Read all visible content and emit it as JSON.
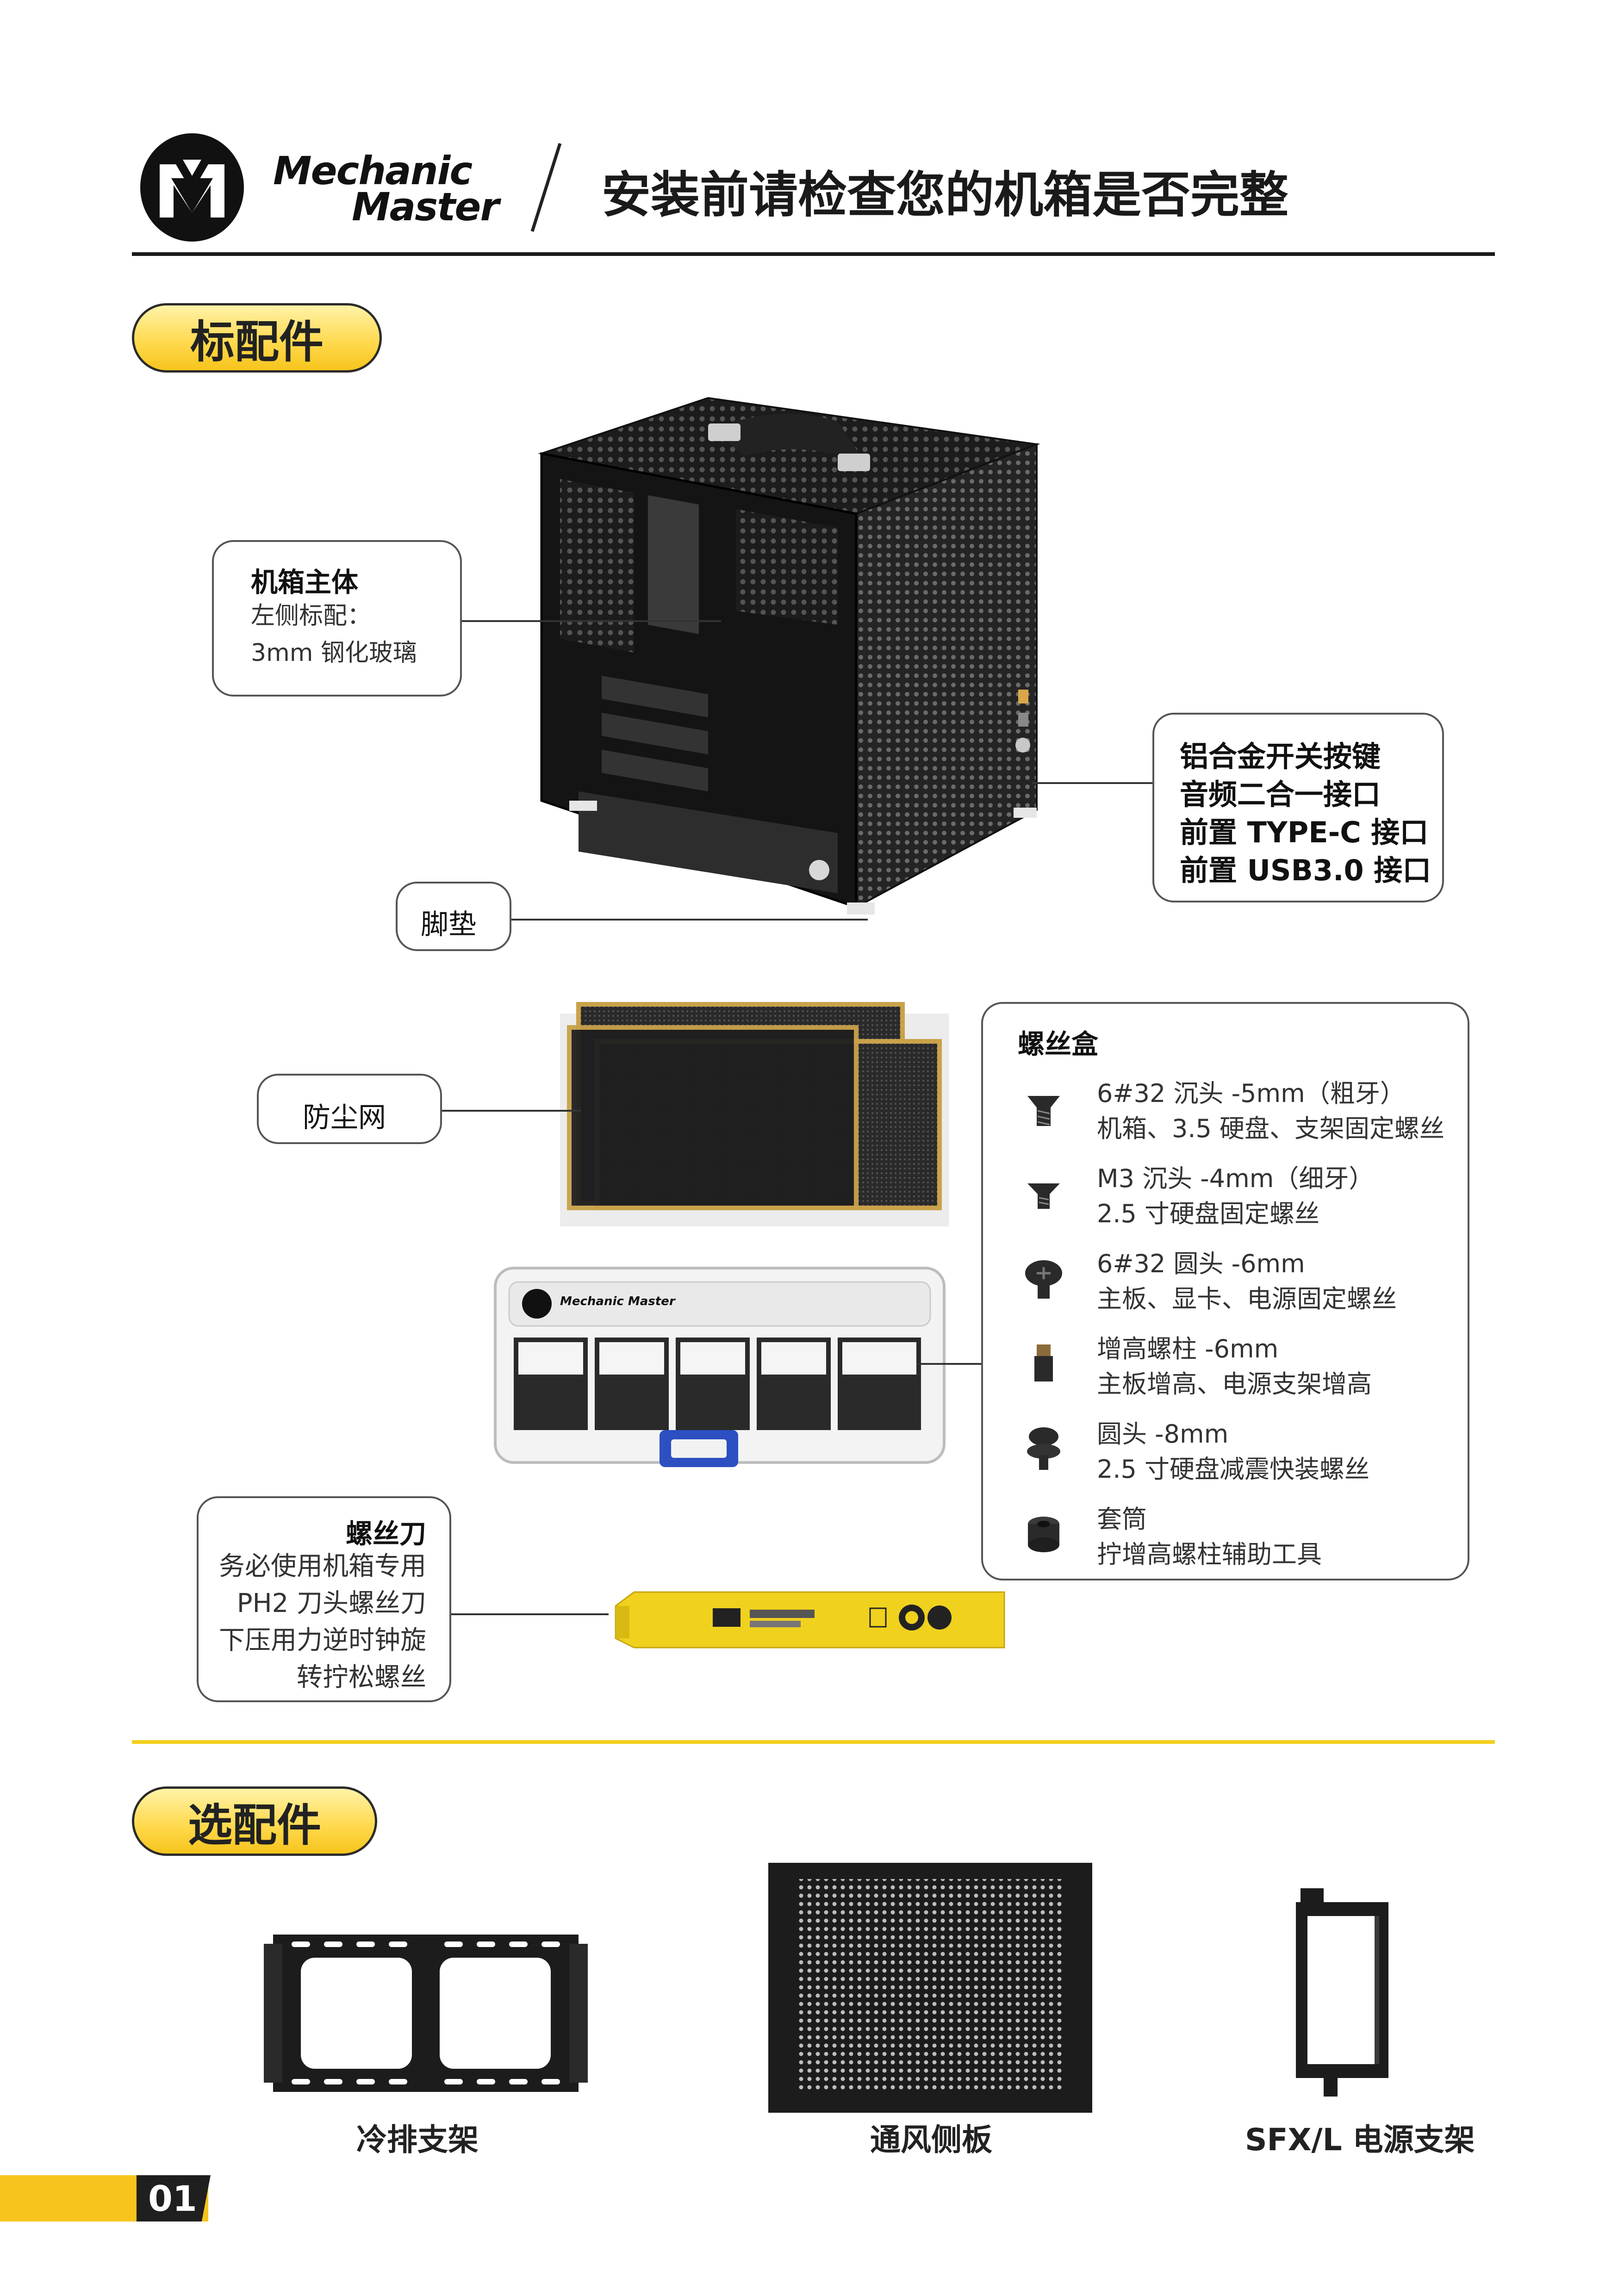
{
  "header": {
    "brand_line1": "Mechanic",
    "brand_line2": "Master",
    "title": "安装前请检查您的机箱是否完整"
  },
  "standard": {
    "section_label": "标配件",
    "case_body": {
      "title": "机箱主体",
      "line1": "左侧标配：",
      "line2": "3mm 钢化玻璃"
    },
    "front_io": {
      "lines": [
        "铝合金开关按键",
        "音频二合一接口",
        "前置 TYPE-C 接口",
        "前置 USB3.0 接口"
      ]
    },
    "feet": {
      "title": "脚垫"
    },
    "dust_filter": {
      "title": "防尘网"
    },
    "screw_box": {
      "title": "螺丝盒",
      "box_brand": "Mechanic Master",
      "items": [
        {
          "line1": "6#32 沉头 -5mm（粗牙）",
          "line2": "机箱、3.5 硬盘、支架固定螺丝",
          "icon": "countersunk-screw-icon"
        },
        {
          "line1": "M3 沉头 -4mm（细牙）",
          "line2": "2.5 寸硬盘固定螺丝",
          "icon": "countersunk-screw-icon"
        },
        {
          "line1": "6#32 圆头 -6mm",
          "line2": "主板、显卡、电源固定螺丝",
          "icon": "round-head-screw-icon"
        },
        {
          "line1": "增高螺柱 -6mm",
          "line2": "主板增高、电源支架增高",
          "icon": "standoff-icon"
        },
        {
          "line1": "圆头 -8mm",
          "line2": "2.5 寸硬盘减震快装螺丝",
          "icon": "shock-screw-icon"
        },
        {
          "line1": "套筒",
          "line2": "拧增高螺柱辅助工具",
          "icon": "socket-icon"
        }
      ]
    },
    "screwdriver": {
      "title": "螺丝刀",
      "lines": [
        "务必使用机箱专用",
        "PH2 刀头螺丝刀",
        "下压用力逆时钟旋",
        "转拧松螺丝"
      ]
    }
  },
  "optional": {
    "section_label": "选配件",
    "items": [
      {
        "label": "冷排支架"
      },
      {
        "label": "通风侧板"
      },
      {
        "label": "SFX/L 电源支架"
      }
    ]
  },
  "footer": {
    "page_number": "01"
  },
  "colors": {
    "accent_yellow": "#f6c41c",
    "text_dark": "#1a1a1a",
    "metal_black": "#1c1c1c"
  }
}
